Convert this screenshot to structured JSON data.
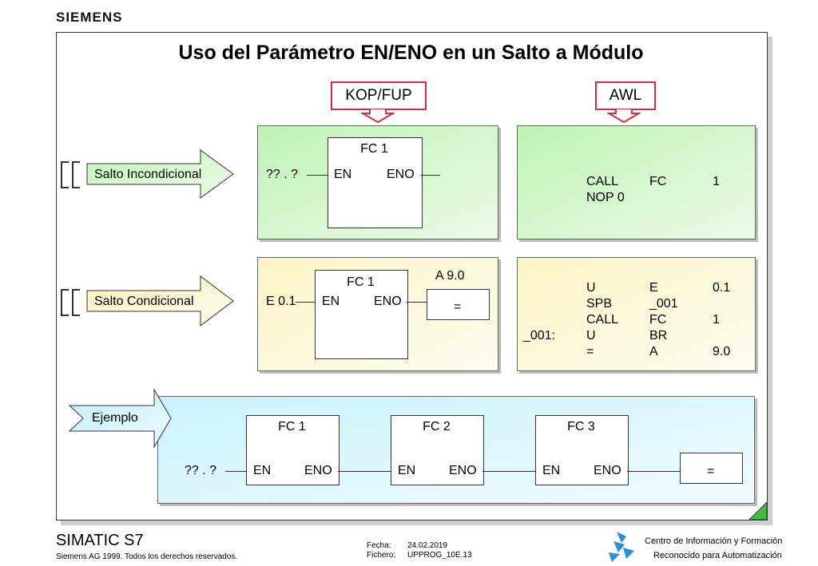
{
  "header": {
    "logo": "SIEMENS"
  },
  "slide": {
    "title": "Uso del Parámetro EN/ENO en un Salto a Módulo",
    "tag_left": "KOP/FUP",
    "tag_right": "AWL",
    "row1": {
      "arrow_label": "Salto Incondicional",
      "input": "?? . ?",
      "block_name": "FC 1",
      "en": "EN",
      "eno": "ENO",
      "awl": [
        [
          "CALL",
          "FC",
          "1"
        ],
        [
          "NOP  0",
          "",
          ""
        ]
      ]
    },
    "row2": {
      "arrow_label": "Salto Condicional",
      "input": "E 0.1",
      "block_name": "FC 1",
      "en": "EN",
      "eno": "ENO",
      "output": "A 9.0",
      "assign": "=",
      "awl": [
        [
          "",
          "U",
          "E",
          "0.1"
        ],
        [
          "",
          "SPB",
          "_001",
          ""
        ],
        [
          "",
          "CALL",
          "FC",
          "1"
        ],
        [
          "_001:",
          "U",
          "BR",
          ""
        ],
        [
          "",
          "=",
          "A",
          "9.0"
        ]
      ]
    },
    "example": {
      "arrow_label": "Ejemplo",
      "input": "?? . ?",
      "blocks": [
        {
          "name": "FC 1",
          "en": "EN",
          "eno": "ENO"
        },
        {
          "name": "FC 2",
          "en": "EN",
          "eno": "ENO"
        },
        {
          "name": "FC 3",
          "en": "EN",
          "eno": "ENO"
        }
      ],
      "assign": "="
    }
  },
  "footer": {
    "product": "SIMATIC S7",
    "copyright": "Siemens AG 1999. Todos los derechos reservados.",
    "fecha_label": "Fecha:",
    "fecha_value": "24.02.2019",
    "fichero_label": "Fichero:",
    "fichero_value": "UPPROG_10E.13",
    "center_line1": "Centro de Información y Formación",
    "center_line2": "Reconocido para Automatización"
  },
  "colors": {
    "accent": "#d0303e",
    "green": "#bff2b5",
    "yellow": "#fbf4c5",
    "cyan": "#c9f2fb"
  }
}
